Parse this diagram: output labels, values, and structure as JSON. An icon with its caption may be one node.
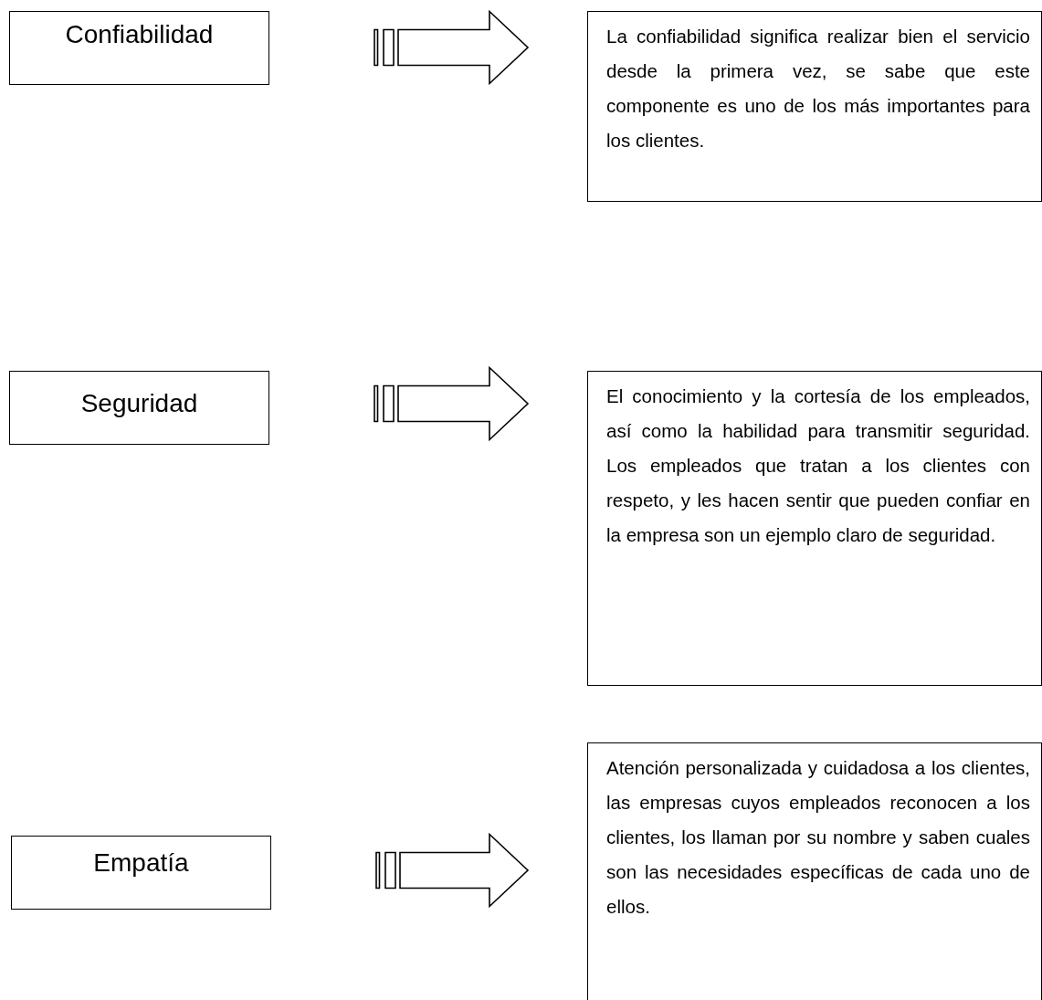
{
  "diagram": {
    "nodes": [
      {
        "text": [
          "Confiabilidad"
        ]
      },
      {
        "text": [
          "La confiabilidad significa realizar bien el servicio desde la primera vez, se sabe que este componente es uno de los más importantes para los clientes."
        ]
      },
      {
        "text": [
          "Seguridad"
        ]
      },
      {
        "text": [
          "El conocimiento y la cortesía de los empleados, así como la habilidad para transmitir seguridad. Los empleados que tratan a los clientes con respeto, y les hacen sentir que pueden confiar en la empresa son un ejemplo claro de seguridad."
        ]
      },
      {
        "text": [
          "Empatía"
        ]
      },
      {
        "text": [
          "Atención personalizada y cuidadosa a los clientes, las empresas cuyos empleados reconocen a los clientes, los llaman por su nombre y saben cuales son las necesidades específicas de cada uno de ellos."
        ]
      }
    ],
    "edges": [
      {
        "from": 0,
        "to": 1,
        "arrow": "to"
      },
      {
        "from": 2,
        "to": 3,
        "arrow": "to"
      },
      {
        "from": 4,
        "to": 5,
        "arrow": "to"
      }
    ]
  }
}
